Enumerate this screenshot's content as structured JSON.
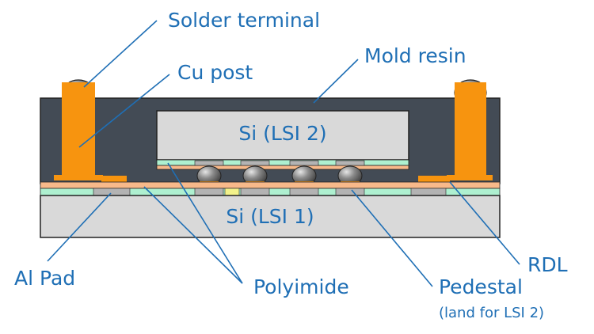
{
  "labels": {
    "solder_terminal": "Solder terminal",
    "cu_post": "Cu post",
    "mold_resin": "Mold resin",
    "si_lsi2": "Si (LSI 2)",
    "si_lsi1": "Si (LSI 1)",
    "al_pad": "Al Pad",
    "polyimide": "Polyimide",
    "pedestal": "Pedestal",
    "pedestal_note": "(land for LSI 2)",
    "rdl": "RDL"
  },
  "colors": {
    "label_text": "#1f6fb5",
    "leader_line": "#1f6fb5",
    "mold_resin": "#434b55",
    "silicon": "#d9d9d9",
    "copper": "#f7940f",
    "polyimide": "#aef0d0",
    "rdl": "#f8b98a",
    "al_pad": "#b3b3b3",
    "solder": "#7a7a7a"
  }
}
